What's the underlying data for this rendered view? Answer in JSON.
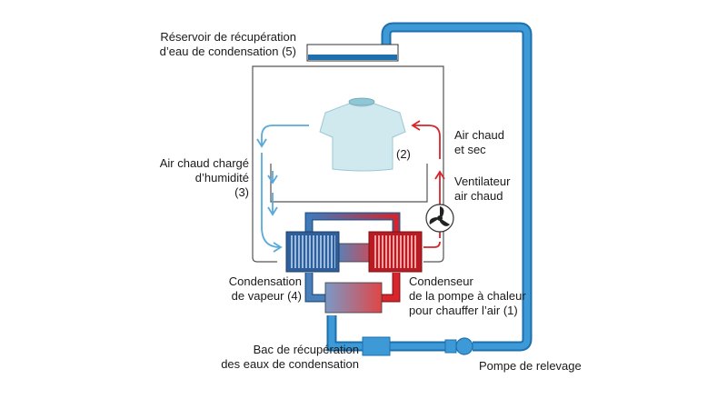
{
  "labels": {
    "reservoir_line1": "Réservoir de récupération",
    "reservoir_line2": "d’eau de condensation (5)",
    "air_humid_line1": "Air chaud chargé",
    "air_humid_line2": "d’humidité",
    "air_humid_line3": "(3)",
    "air_dry_line1": "Air chaud",
    "air_dry_line2": "et sec",
    "fan_line1": "Ventilateur",
    "fan_line2": "air chaud",
    "laundry_num": "(2)",
    "condensation_line1": "Condensation",
    "condensation_line2": "de vapeur (4)",
    "condenser_line1": "Condenseur",
    "condenser_line2": "de la pompe à chaleur",
    "condenser_line3": "pour chauffer l’air (1)",
    "tray_line1": "Bac de récupération",
    "tray_line2": "des eaux de condensation",
    "pump": "Pompe de relevage"
  },
  "colors": {
    "pipe_blue": "#3d9ad6",
    "pipe_blue_dark": "#1d6fae",
    "cold_blue": "#4a7fb8",
    "hot_red": "#d8252b",
    "drum_line": "#555555",
    "shirt": "#cfe9ef",
    "air_blue_arrow": "#59a9db"
  }
}
